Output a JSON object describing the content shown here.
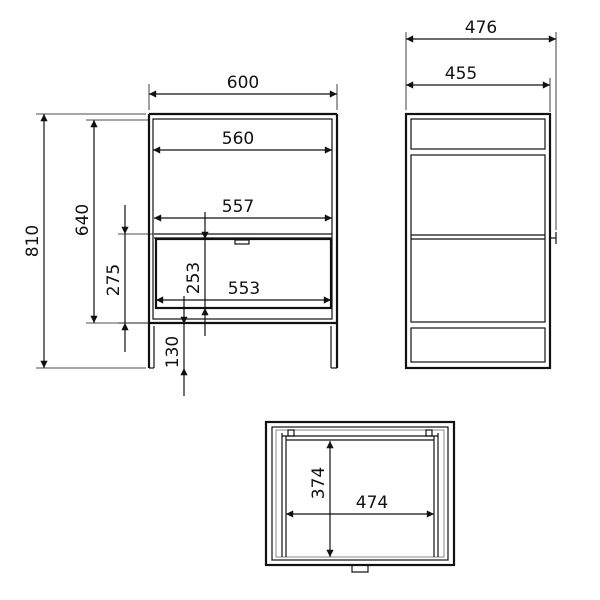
{
  "drawing": {
    "front_view": {
      "dim_overall_width": "600",
      "dim_inner_width": "560",
      "dim_shelf_width": "557",
      "dim_drawer_width": "553",
      "dim_overall_height": "810",
      "dim_body_height": "640",
      "dim_drawer_opening": "275",
      "dim_drawer_height": "253",
      "dim_leg_height": "130"
    },
    "side_view": {
      "dim_overall_depth": "476",
      "dim_inner_depth": "455"
    },
    "top_view": {
      "dim_drawer_depth": "374",
      "dim_drawer_inner_width": "474"
    }
  },
  "colors": {
    "line": "#111111",
    "background": "#ffffff"
  }
}
